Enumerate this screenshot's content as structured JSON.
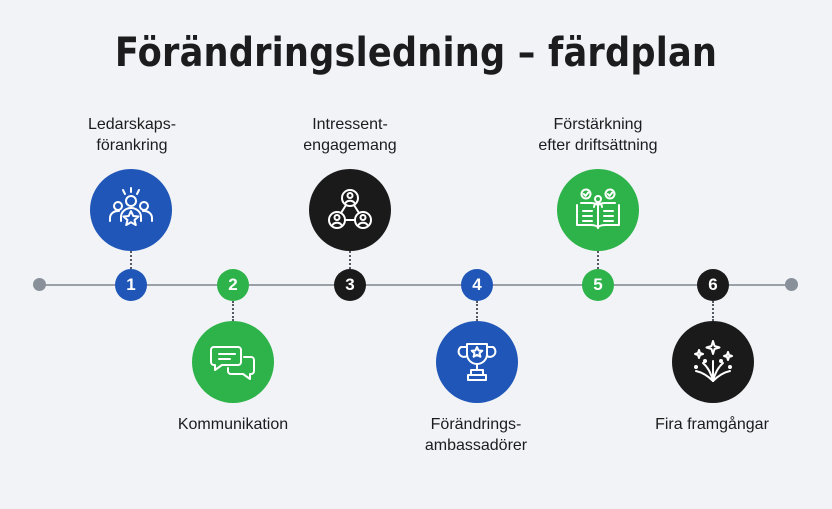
{
  "title": "Förändringsledning – färdplan",
  "steps": [
    {
      "number": "1",
      "label": "Ledarskaps-\nförankring",
      "color": "#1f56b8",
      "icon": "leadership-star-icon"
    },
    {
      "number": "2",
      "label": "Kommunikation",
      "color": "#2db34a",
      "icon": "chat-bubbles-icon"
    },
    {
      "number": "3",
      "label": "Intressent-\nengagemang",
      "color": "#1a1a1a",
      "icon": "stakeholder-network-icon"
    },
    {
      "number": "4",
      "label": "Förändrings-\nambassadörer",
      "color": "#1f56b8",
      "icon": "trophy-icon"
    },
    {
      "number": "5",
      "label": "Förstärkning\nefter driftsättning",
      "color": "#2db34a",
      "icon": "open-book-checks-icon"
    },
    {
      "number": "6",
      "label": "Fira framgångar",
      "color": "#1a1a1a",
      "icon": "fireworks-icon"
    }
  ]
}
